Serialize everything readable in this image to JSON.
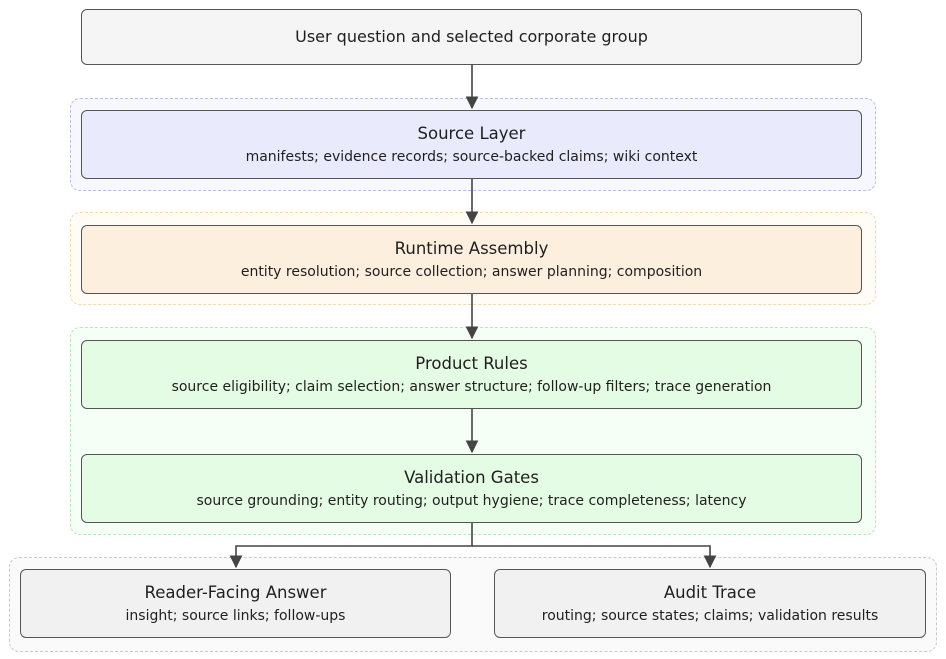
{
  "input": {
    "title": "User question and selected corporate group"
  },
  "source_layer": {
    "title": "Source Layer",
    "detail": "manifests; evidence records; source-backed claims; wiki context"
  },
  "runtime_assembly": {
    "title": "Runtime Assembly",
    "detail": "entity resolution; source collection; answer planning; composition"
  },
  "product_rules": {
    "title": "Product Rules",
    "detail": "source eligibility; claim selection; answer structure; follow-up filters; trace generation"
  },
  "validation_gates": {
    "title": "Validation Gates",
    "detail": "source grounding; entity routing; output hygiene; trace completeness; latency"
  },
  "reader_answer": {
    "title": "Reader-Facing Answer",
    "detail": "insight; source links; follow-ups"
  },
  "audit_trace": {
    "title": "Audit Trace",
    "detail": "routing; source states; claims; validation results"
  },
  "colors": {
    "source_fill": "#e9ebfd",
    "runtime_fill": "#fdefde",
    "rules_fill": "#e4fbe4",
    "neutral_fill": "#f1f1f1",
    "edge": "#444444"
  }
}
